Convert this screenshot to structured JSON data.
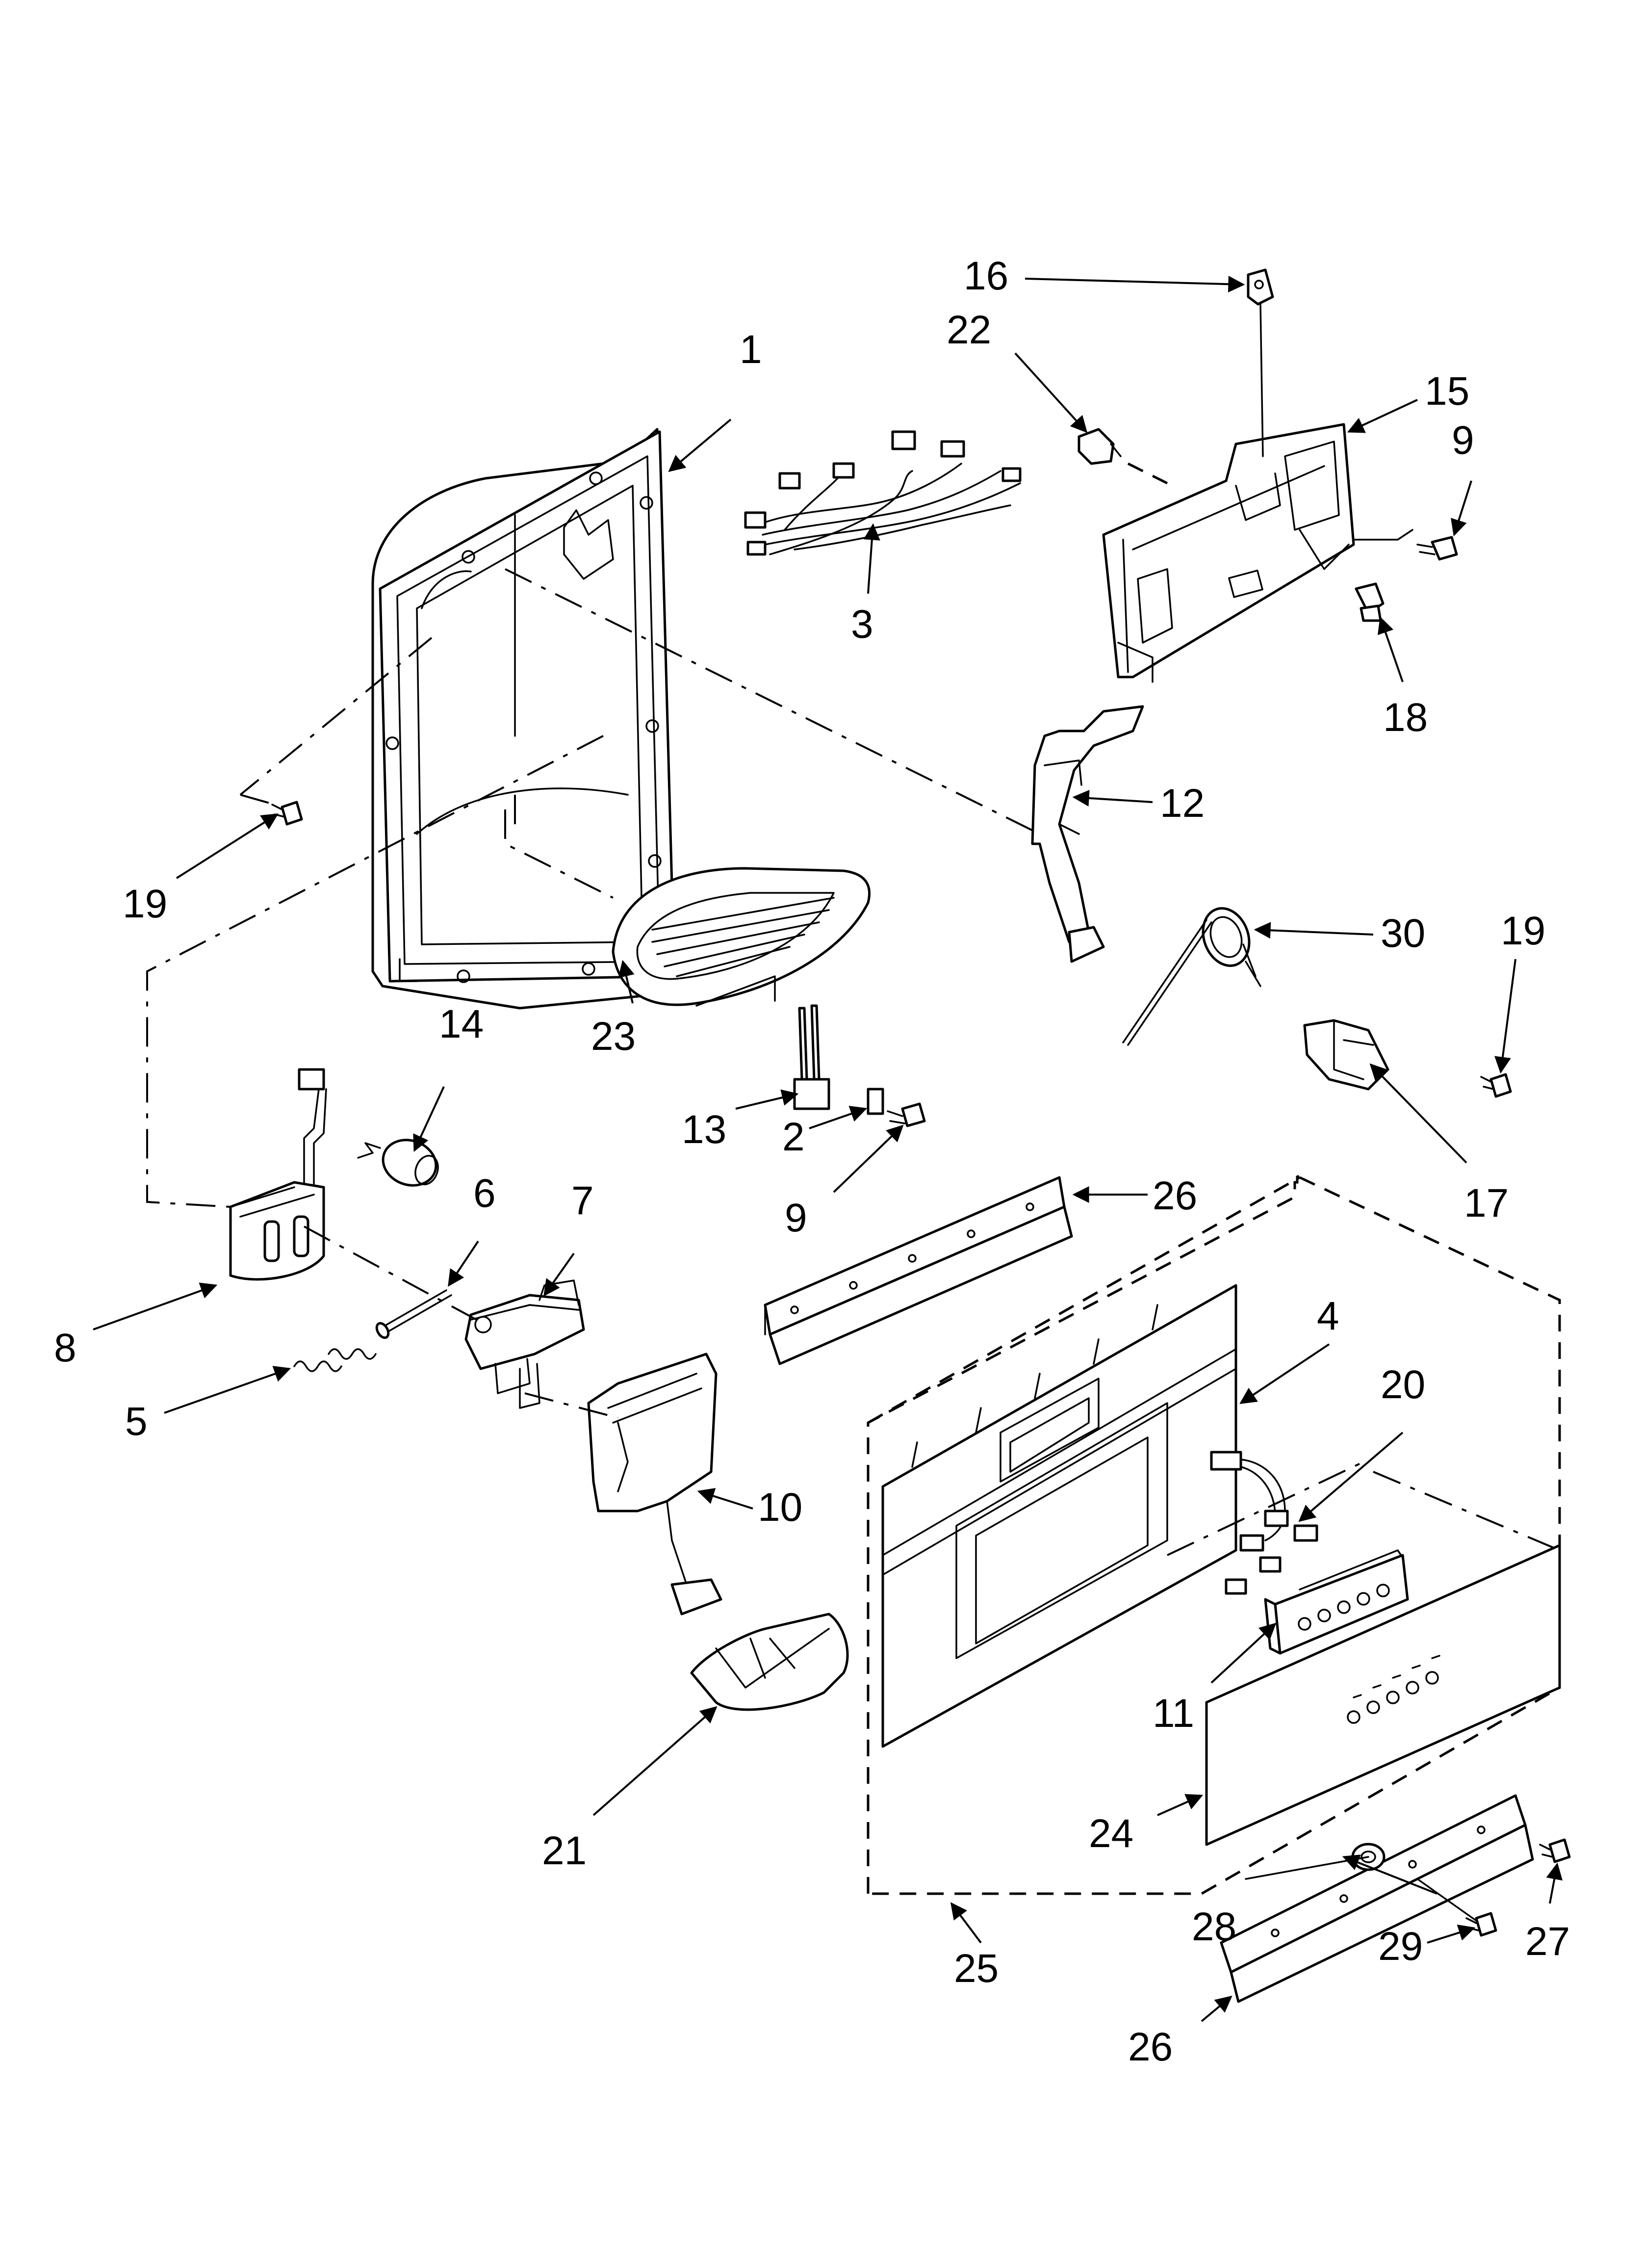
{
  "colors": {
    "line": "#000000",
    "background": "#ffffff"
  },
  "callouts": [
    {
      "id": "c1",
      "text": "1"
    },
    {
      "id": "c2",
      "text": "2"
    },
    {
      "id": "c3",
      "text": "3"
    },
    {
      "id": "c4",
      "text": "4"
    },
    {
      "id": "c5",
      "text": "5"
    },
    {
      "id": "c6",
      "text": "6"
    },
    {
      "id": "c7",
      "text": "7"
    },
    {
      "id": "c8",
      "text": "8"
    },
    {
      "id": "c9a",
      "text": "9"
    },
    {
      "id": "c9b",
      "text": "9"
    },
    {
      "id": "c10",
      "text": "10"
    },
    {
      "id": "c11",
      "text": "11"
    },
    {
      "id": "c12",
      "text": "12"
    },
    {
      "id": "c13",
      "text": "13"
    },
    {
      "id": "c14",
      "text": "14"
    },
    {
      "id": "c15",
      "text": "15"
    },
    {
      "id": "c16",
      "text": "16"
    },
    {
      "id": "c17",
      "text": "17"
    },
    {
      "id": "c18",
      "text": "18"
    },
    {
      "id": "c19a",
      "text": "19"
    },
    {
      "id": "c19b",
      "text": "19"
    },
    {
      "id": "c20",
      "text": "20"
    },
    {
      "id": "c21",
      "text": "21"
    },
    {
      "id": "c22",
      "text": "22"
    },
    {
      "id": "c23",
      "text": "23"
    },
    {
      "id": "c24",
      "text": "24"
    },
    {
      "id": "c25",
      "text": "25"
    },
    {
      "id": "c26a",
      "text": "26"
    },
    {
      "id": "c26b",
      "text": "26"
    },
    {
      "id": "c27",
      "text": "27"
    },
    {
      "id": "c28",
      "text": "28"
    },
    {
      "id": "c29",
      "text": "29"
    },
    {
      "id": "c30",
      "text": "30"
    }
  ]
}
